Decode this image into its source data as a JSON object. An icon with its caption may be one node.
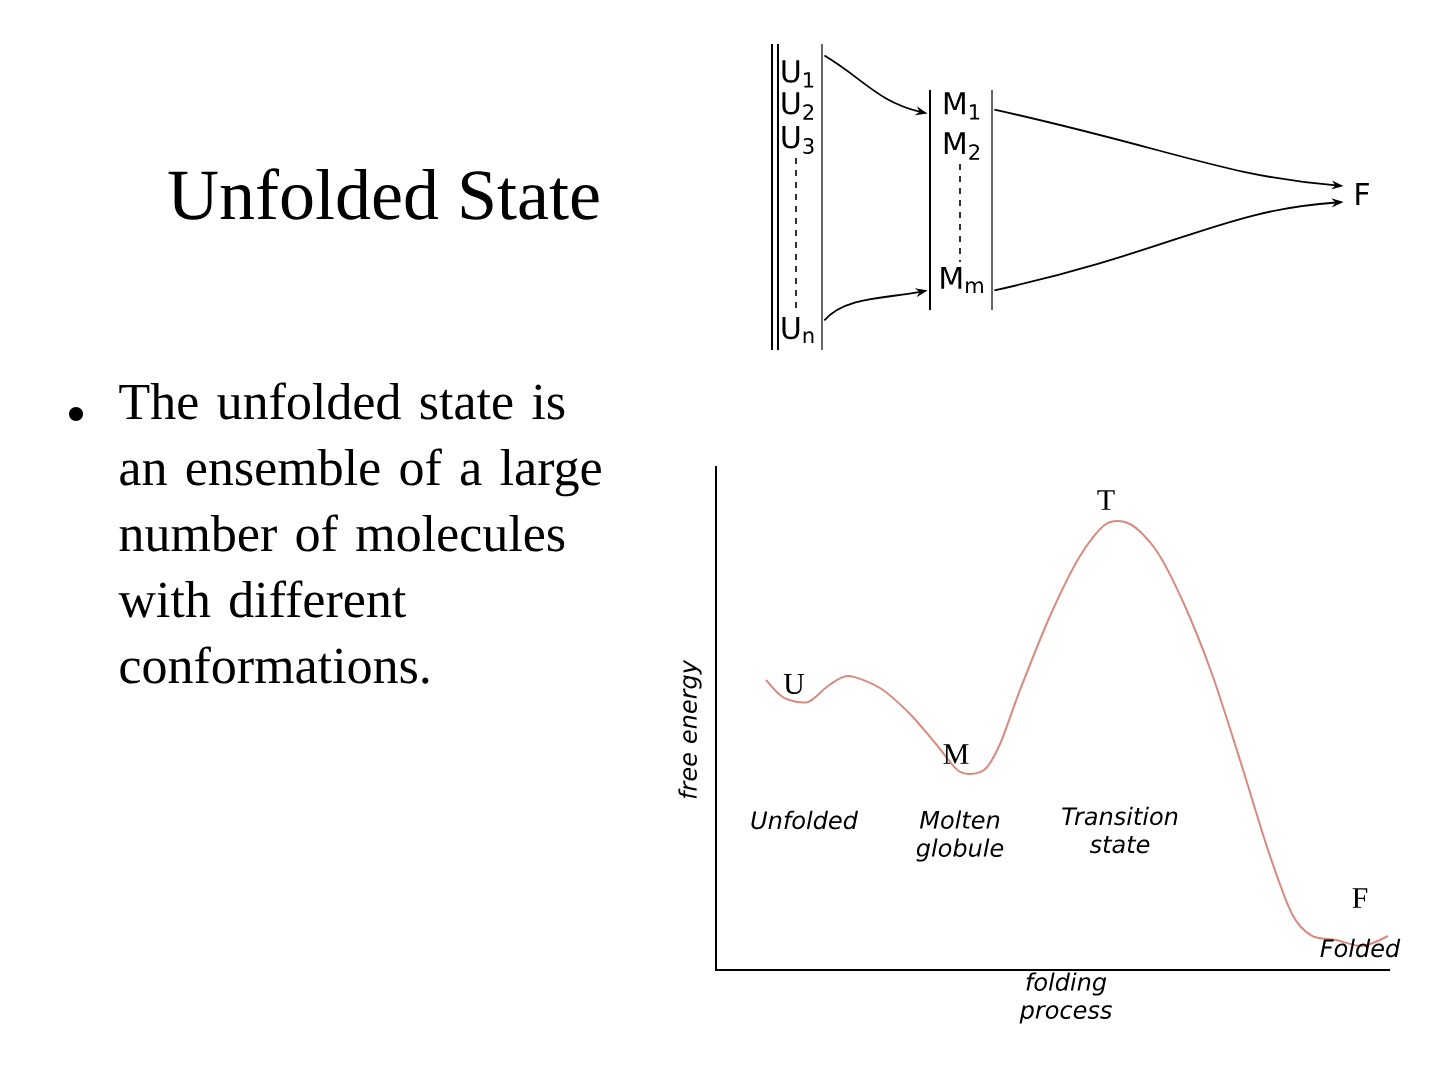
{
  "diagram": {
    "title": "Unfolded State",
    "nodes": [
      {
        "text": [
          "U$_{1}$",
          "U$_{2}$",
          "U$_{3}$",
          "U$_{n}$"
        ]
      },
      {
        "text": [
          "M$_{1}$",
          "M$_{2}$",
          "M$_{m}$"
        ]
      },
      {
        "text": [
          "F"
        ]
      }
    ],
    "edges": [
      {
        "from": 0,
        "to": 1,
        "arrow": "to"
      },
      {
        "from": 0,
        "to": 1,
        "arrow": "to"
      },
      {
        "from": 1,
        "to": 2,
        "arrow": "to"
      },
      {
        "from": 1,
        "to": 2,
        "arrow": "to"
      }
    ],
    "labels": [
      "The unfolded state is an ensemble of a large number of molecules with different conformations.",
      "U",
      "M",
      "T",
      "F",
      "Unfolded",
      "Molten globule",
      "Transition state",
      "Folded",
      "free energy",
      "folding process"
    ]
  }
}
